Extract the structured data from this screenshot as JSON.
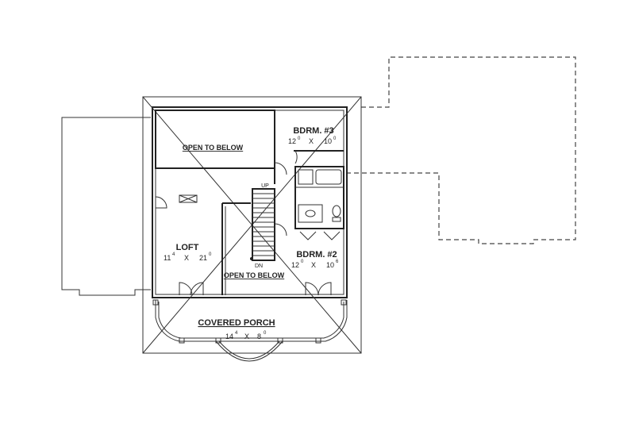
{
  "rooms": {
    "open_top": "OPEN TO BELOW",
    "bdrm3": {
      "name": "BDRM. #3",
      "w_ft": "12",
      "w_in": "0",
      "sep": "X",
      "d_ft": "10",
      "d_in": "0"
    },
    "loft": {
      "name": "LOFT",
      "w_ft": "11",
      "w_in": "4",
      "sep": "X",
      "d_ft": "21",
      "d_in": "0"
    },
    "open_mid": "OPEN TO BELOW",
    "bdrm2": {
      "name": "BDRM. #2",
      "w_ft": "12",
      "w_in": "0",
      "sep": "X",
      "d_ft": "10",
      "d_in": "6"
    },
    "porch": {
      "name": "COVERED PORCH",
      "w_ft": "14",
      "w_in": "4",
      "sep": "X",
      "d_ft": "8",
      "d_in": "0"
    }
  },
  "stairs": {
    "up_label": "UP",
    "dn_label": "DN"
  },
  "colors": {
    "line": "#222222",
    "background": "#ffffff"
  }
}
